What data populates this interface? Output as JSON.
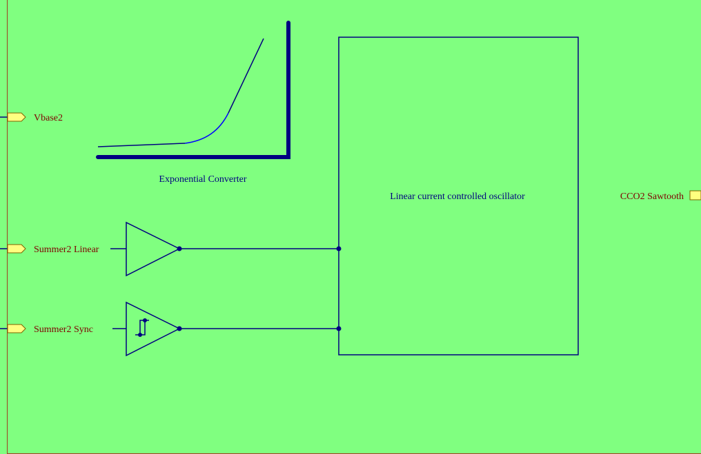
{
  "colors": {
    "background": "#80ff80",
    "wire": "#000080",
    "frame": "#a04020",
    "port_fill": "#ffff80",
    "port_stroke": "#806000",
    "port_text": "#800000",
    "block_text": "#000080",
    "curve": "#0000ff"
  },
  "ports": {
    "vbase": "Vbase2",
    "linear": "Summer2 Linear",
    "sync": "Summer2 Sync",
    "sawtooth": "CCO2 Sawtooth"
  },
  "blocks": {
    "exp_converter": "Exponential Converter",
    "oscillator": "Linear current controlled oscillator"
  },
  "icons": {
    "linear_amp": "buffer-amplifier-icon",
    "sync_amp": "schmitt-trigger-buffer-icon",
    "exp_graph": "exponential-curve-icon"
  }
}
